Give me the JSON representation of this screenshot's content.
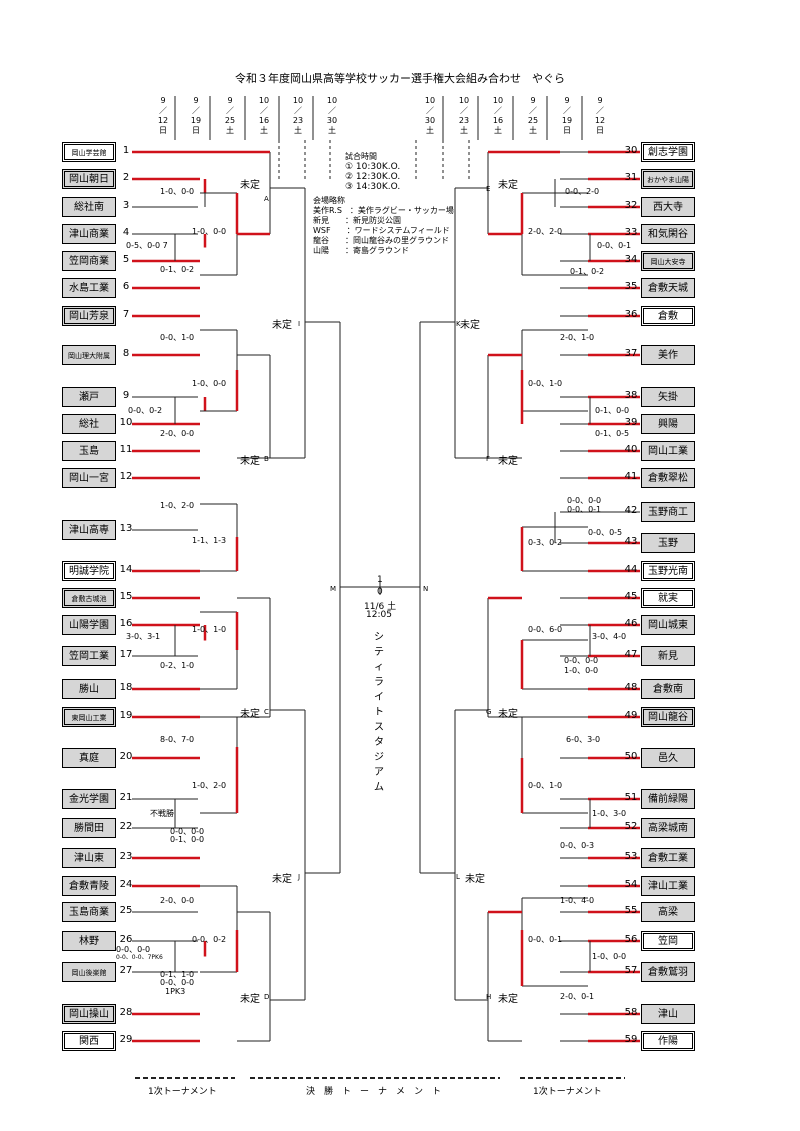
{
  "title": "令和３年度岡山県高等学校サッカー選手権大会組み合わせ　やぐら",
  "dates_left": [
    {
      "m": "9",
      "d": "12",
      "w": "日"
    },
    {
      "m": "9",
      "d": "19",
      "w": "日"
    },
    {
      "m": "9",
      "d": "25",
      "w": "土"
    },
    {
      "m": "10",
      "d": "16",
      "w": "土"
    },
    {
      "m": "10",
      "d": "23",
      "w": "土"
    },
    {
      "m": "10",
      "d": "30",
      "w": "土"
    }
  ],
  "dates_right": [
    {
      "m": "10",
      "d": "30",
      "w": "土"
    },
    {
      "m": "10",
      "d": "23",
      "w": "土"
    },
    {
      "m": "10",
      "d": "16",
      "w": "土"
    },
    {
      "m": "9",
      "d": "25",
      "w": "土"
    },
    {
      "m": "9",
      "d": "19",
      "w": "日"
    },
    {
      "m": "9",
      "d": "12",
      "w": "日"
    }
  ],
  "times": {
    "heading": "試合時間",
    "lines": [
      "① 10:30K.O.",
      "② 12:30K.O.",
      "③ 14:30K.O."
    ]
  },
  "venues": {
    "heading": "会場略称",
    "lines": [
      "美作R.S　：美作ラグビー・サッカー場",
      "新見　　：新見防災公園",
      "WSF　　：ワードシステムフィールド",
      "龍谷　　：岡山龍谷みの里グラウンド",
      "山陽　　：寄島グラウンド"
    ]
  },
  "left_teams": [
    {
      "n": "1",
      "name": "岡山学芸館",
      "style": "white dbl small"
    },
    {
      "n": "2",
      "name": "岡山朝日",
      "style": "dbl"
    },
    {
      "n": "3",
      "name": "総社南",
      "style": ""
    },
    {
      "n": "4",
      "name": "津山商業",
      "style": ""
    },
    {
      "n": "5",
      "name": "笠岡商業",
      "style": ""
    },
    {
      "n": "6",
      "name": "水島工業",
      "style": ""
    },
    {
      "n": "7",
      "name": "岡山芳泉",
      "style": "dbl"
    },
    {
      "n": "8",
      "name": "岡山理大附属",
      "style": "small"
    },
    {
      "n": "9",
      "name": "瀬戸",
      "style": ""
    },
    {
      "n": "10",
      "name": "総社",
      "style": ""
    },
    {
      "n": "11",
      "name": "玉島",
      "style": ""
    },
    {
      "n": "12",
      "name": "岡山一宮",
      "style": ""
    },
    {
      "n": "13",
      "name": "津山高専",
      "style": ""
    },
    {
      "n": "14",
      "name": "明誠学院",
      "style": "white dbl"
    },
    {
      "n": "15",
      "name": "倉敷古城池",
      "style": "dbl small"
    },
    {
      "n": "16",
      "name": "山陽学園",
      "style": ""
    },
    {
      "n": "17",
      "name": "笠岡工業",
      "style": ""
    },
    {
      "n": "18",
      "name": "勝山",
      "style": ""
    },
    {
      "n": "19",
      "name": "東岡山工業",
      "style": "dbl small"
    },
    {
      "n": "20",
      "name": "真庭",
      "style": ""
    },
    {
      "n": "21",
      "name": "金光学園",
      "style": ""
    },
    {
      "n": "22",
      "name": "勝間田",
      "style": ""
    },
    {
      "n": "23",
      "name": "津山東",
      "style": ""
    },
    {
      "n": "24",
      "name": "倉敷青陵",
      "style": ""
    },
    {
      "n": "25",
      "name": "玉島商業",
      "style": ""
    },
    {
      "n": "26",
      "name": "林野",
      "style": ""
    },
    {
      "n": "27",
      "name": "岡山後楽館",
      "style": "small"
    },
    {
      "n": "28",
      "name": "岡山操山",
      "style": "dbl"
    },
    {
      "n": "29",
      "name": "関西",
      "style": "white dbl"
    }
  ],
  "right_teams": [
    {
      "n": "30",
      "name": "創志学園",
      "style": "white dbl"
    },
    {
      "n": "31",
      "name": "おかやま山陽",
      "style": "dbl small"
    },
    {
      "n": "32",
      "name": "西大寺",
      "style": ""
    },
    {
      "n": "33",
      "name": "和気閑谷",
      "style": ""
    },
    {
      "n": "34",
      "name": "岡山大安寺",
      "style": "dbl small"
    },
    {
      "n": "35",
      "name": "倉敷天城",
      "style": ""
    },
    {
      "n": "36",
      "name": "倉敷",
      "style": "white dbl"
    },
    {
      "n": "37",
      "name": "美作",
      "style": ""
    },
    {
      "n": "38",
      "name": "矢掛",
      "style": ""
    },
    {
      "n": "39",
      "name": "興陽",
      "style": ""
    },
    {
      "n": "40",
      "name": "岡山工業",
      "style": ""
    },
    {
      "n": "41",
      "name": "倉敷翠松",
      "style": ""
    },
    {
      "n": "42",
      "name": "玉野商工",
      "style": ""
    },
    {
      "n": "43",
      "name": "玉野",
      "style": ""
    },
    {
      "n": "44",
      "name": "玉野光南",
      "style": "white dbl"
    },
    {
      "n": "45",
      "name": "就実",
      "style": "white dbl"
    },
    {
      "n": "46",
      "name": "岡山城東",
      "style": ""
    },
    {
      "n": "47",
      "name": "新見",
      "style": ""
    },
    {
      "n": "48",
      "name": "倉敷南",
      "style": ""
    },
    {
      "n": "49",
      "name": "岡山龍谷",
      "style": "dbl"
    },
    {
      "n": "50",
      "name": "邑久",
      "style": ""
    },
    {
      "n": "51",
      "name": "備前緑陽",
      "style": ""
    },
    {
      "n": "52",
      "name": "高梁城南",
      "style": ""
    },
    {
      "n": "53",
      "name": "倉敷工業",
      "style": ""
    },
    {
      "n": "54",
      "name": "津山工業",
      "style": ""
    },
    {
      "n": "55",
      "name": "高梁",
      "style": ""
    },
    {
      "n": "56",
      "name": "笠岡",
      "style": "white dbl"
    },
    {
      "n": "57",
      "name": "倉敷鷲羽",
      "style": ""
    },
    {
      "n": "58",
      "name": "津山",
      "style": ""
    },
    {
      "n": "59",
      "name": "作陽",
      "style": "white dbl"
    }
  ],
  "pending": "未定",
  "block_labels": [
    "A",
    "B",
    "C",
    "D",
    "E",
    "F",
    "G",
    "H",
    "I",
    "J",
    "K",
    "L",
    "M",
    "N"
  ],
  "final": {
    "date": "11/6 土",
    "time": "12:05",
    "venue": "シティライトスタジアム",
    "score_top": "1",
    "score_bot": "0"
  },
  "score_notes": [
    "1-0、0-0",
    "1-0、0-0",
    "0-5、0-0 7",
    "0-1、0-2",
    "0-0、1-0",
    "1-0、0-0",
    "0-0、0-2",
    "2-0、0-0",
    "1-0、2-0",
    "1-1、1-3",
    "1-0、1-0",
    "3-0、3-1",
    "0-2、1-0",
    "8-0、7-0",
    "1-0、2-0",
    "不戦勝",
    "0-0、0-0",
    "0-1、0-0",
    "2-0、0-0",
    "0-0、0-2",
    "0-0、0-0",
    "0-0、0-0、7PK6",
    "0-1、1-0",
    "0-0、0-0",
    "1PK3",
    "0-0、2-0",
    "2-0、2-0",
    "0-0、0-1",
    "0-1、0-2",
    "2-0、1-0",
    "0-0、1-0",
    "0-1、0-0",
    "0-1、0-5",
    "0-0、0-0",
    "0-0、0-1",
    "0-0、0-5",
    "0-3、0-2",
    "0-0、6-0",
    "3-0、4-0",
    "0-0、0-0",
    "1-0、0-0",
    "6-0、3-0",
    "0-0、1-0",
    "1-0、3-0",
    "0-0、0-3",
    "1-0、4-0",
    "0-0、0-1",
    "1-0、0-0",
    "2-0、0-1"
  ],
  "footer": {
    "left": "1次トーナメント",
    "center": "決　勝　ト　ー　ナ　メ　ン　ト",
    "right": "1次トーナメント"
  }
}
